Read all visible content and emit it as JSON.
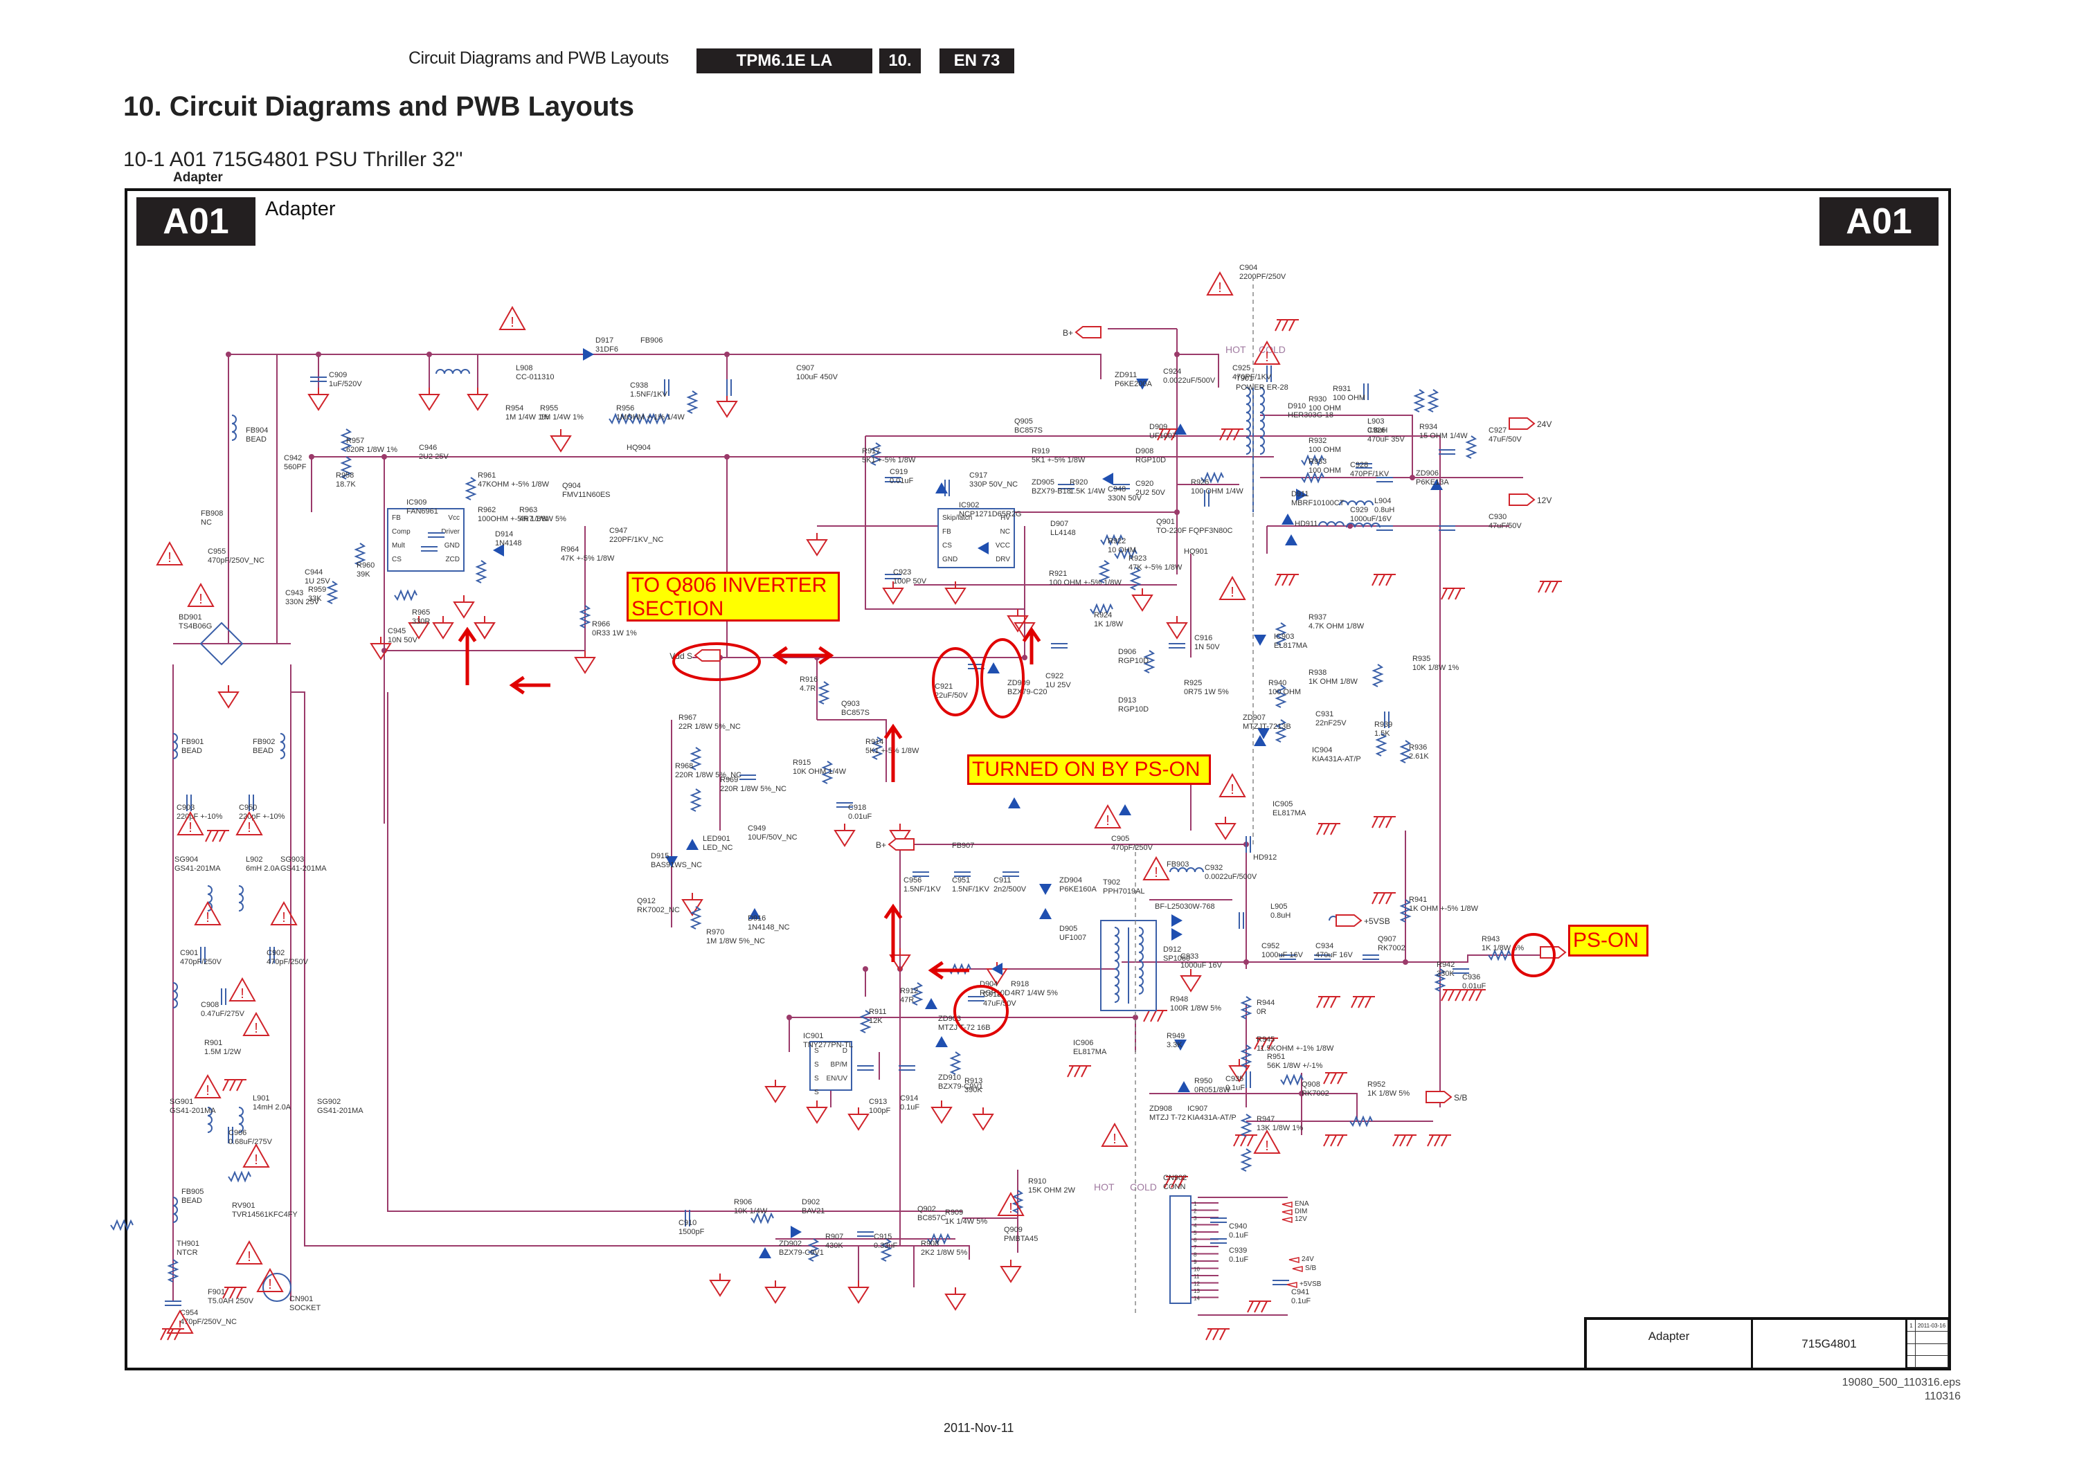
{
  "header": {
    "section_text": "Circuit Diagrams and PWB Layouts",
    "model": "TPM6.1E LA",
    "chapter": "10.",
    "page": "EN 73"
  },
  "page_title": "10. Circuit Diagrams and PWB Layouts",
  "subtitle": "10-1 A01 715G4801 PSU Thriller 32\"",
  "subtitle_small": "Adapter",
  "diagram": {
    "tag_left": "A01",
    "tag_right": "A01",
    "tag_label": "Adapter",
    "zone_hot": "HOT",
    "zone_cold": "COLD",
    "callouts": {
      "inverter": [
        "TO Q806 INVERTER",
        "SECTION"
      ],
      "turned_on": "TURNED ON BY PS-ON",
      "ps_on": "PS-ON"
    },
    "colors": {
      "wire": "#9b3a6a",
      "component": "#3a5fa8",
      "diode_fill": "#1f4fb0",
      "ground": "#d0232a",
      "annotation": "#e00000",
      "callout_bg": "#ffff00"
    },
    "ports": {
      "p24v": "24V",
      "p12v": "12V",
      "p5vsb": "+5VSB",
      "psb": "S/B",
      "psb2": "S/B",
      "vdds": "Vdd S",
      "bplus1": "B+",
      "bplus2": "B+"
    },
    "components": [
      {
        "id": "c904",
        "ref": "C904",
        "value": "2200PF/250V"
      },
      {
        "id": "zd911",
        "ref": "ZD911",
        "value": "P6KE200A"
      },
      {
        "id": "c924",
        "ref": "C924",
        "value": "0.0022uF/500V"
      },
      {
        "id": "t901",
        "ref": "T901",
        "value": "POWER ER-28"
      },
      {
        "id": "c925",
        "ref": "C925",
        "value": "470PF/1KV"
      },
      {
        "id": "r930",
        "ref": "R930",
        "value": "100 OHM"
      },
      {
        "id": "r931",
        "ref": "R931",
        "value": "100 OHM"
      },
      {
        "id": "d910",
        "ref": "D910",
        "value": "HER303G-18"
      },
      {
        "id": "l903",
        "ref": "L903",
        "value": "0.8uH"
      },
      {
        "id": "c926",
        "ref": "C926",
        "value": "470uF 35V"
      },
      {
        "id": "r934",
        "ref": "R934",
        "value": "15 OHM 1/4W"
      },
      {
        "id": "c927",
        "ref": "C927",
        "value": "47uF/50V"
      },
      {
        "id": "zd906",
        "ref": "ZD906",
        "value": "P6KE13A"
      },
      {
        "id": "r932",
        "ref": "R932",
        "value": "100 OHM"
      },
      {
        "id": "r933",
        "ref": "R933",
        "value": "100 OHM"
      },
      {
        "id": "c928",
        "ref": "C928",
        "value": "470PF/1KV"
      },
      {
        "id": "d911",
        "ref": "D911",
        "value": "MBRF10100CT"
      },
      {
        "id": "l904",
        "ref": "L904",
        "value": "0.8uH"
      },
      {
        "id": "c929",
        "ref": "C929",
        "value": "1000uF/16V"
      },
      {
        "id": "c930",
        "ref": "C930",
        "value": "47uF/50V"
      },
      {
        "id": "hd911",
        "ref": "HD911",
        "value": ""
      },
      {
        "id": "d909",
        "ref": "D909",
        "value": "UF1007"
      },
      {
        "id": "d908",
        "ref": "D908",
        "value": "RGP10D"
      },
      {
        "id": "r926",
        "ref": "R926",
        "value": "100 OHM 1/4W"
      },
      {
        "id": "c920",
        "ref": "C920",
        "value": "2U2 50V"
      },
      {
        "id": "c948",
        "ref": "C948",
        "value": "330N 50V"
      },
      {
        "id": "q901",
        "ref": "Q901",
        "value": "TO-220F FQPF3N80C"
      },
      {
        "id": "hq901",
        "ref": "HQ901",
        "value": ""
      },
      {
        "id": "q905",
        "ref": "Q905",
        "value": "BC857S"
      },
      {
        "id": "r919",
        "ref": "R919",
        "value": "5K1 +-5% 1/8W"
      },
      {
        "id": "zd905",
        "ref": "ZD905",
        "value": "BZX79-B18"
      },
      {
        "id": "c917",
        "ref": "C917",
        "value": "330P 50V_NC"
      },
      {
        "id": "r920",
        "ref": "R920",
        "value": "1.5K 1/4W"
      },
      {
        "id": "r917",
        "ref": "R917",
        "value": "5K1 +-5% 1/8W"
      },
      {
        "id": "c919",
        "ref": "C919",
        "value": "0.01uF"
      },
      {
        "id": "ic902",
        "ref": "IC902",
        "value": "NCP1271D65R2G"
      },
      {
        "id": "c923",
        "ref": "C923",
        "value": "100P 50V"
      },
      {
        "id": "d907",
        "ref": "D907",
        "value": "LL4148"
      },
      {
        "id": "r922",
        "ref": "R922",
        "value": "10 OHM"
      },
      {
        "id": "r923",
        "ref": "R923",
        "value": "47K +-5% 1/8W"
      },
      {
        "id": "r921",
        "ref": "R921",
        "value": "100 OHM +-5% 1/8W"
      },
      {
        "id": "r924",
        "ref": "R924",
        "value": "1K 1/8W"
      },
      {
        "id": "d917",
        "ref": "D917",
        "value": "31DF6"
      },
      {
        "id": "fb906",
        "ref": "FB906",
        "value": ""
      },
      {
        "id": "c938",
        "ref": "C938",
        "value": "1.5NF/1KV"
      },
      {
        "id": "c907",
        "ref": "C907",
        "value": "100uF 450V"
      },
      {
        "id": "l908",
        "ref": "L908",
        "value": "CC-011310"
      },
      {
        "id": "c909",
        "ref": "C909",
        "value": "1uF/520V"
      },
      {
        "id": "fb904",
        "ref": "FB904",
        "value": "BEAD"
      },
      {
        "id": "r954",
        "ref": "R954",
        "value": "1M 1/4W 1%"
      },
      {
        "id": "r955",
        "ref": "R955",
        "value": "1M 1/4W 1%"
      },
      {
        "id": "r956",
        "ref": "R956",
        "value": "1MOHM +-1% 1/4W"
      },
      {
        "id": "hq904",
        "ref": "HQ904",
        "value": ""
      },
      {
        "id": "c942",
        "ref": "C942",
        "value": "560PF"
      },
      {
        "id": "r957",
        "ref": "R957",
        "value": "620R 1/8W 1%"
      },
      {
        "id": "r958",
        "ref": "R958",
        "value": "18.7K"
      },
      {
        "id": "c946",
        "ref": "C946",
        "value": "2U2 25V"
      },
      {
        "id": "r961",
        "ref": "R961",
        "value": "47KOHM +-5% 1/8W"
      },
      {
        "id": "q904",
        "ref": "Q904",
        "value": "FMV11N60ES"
      },
      {
        "id": "ic909",
        "ref": "IC909",
        "value": "FAN6961"
      },
      {
        "id": "r962",
        "ref": "R962",
        "value": "100OHM +-5% 1/8W"
      },
      {
        "id": "r963",
        "ref": "R963",
        "value": "4R7 1/8W 5%"
      },
      {
        "id": "d914",
        "ref": "D914",
        "value": "1N4148"
      },
      {
        "id": "r964",
        "ref": "R964",
        "value": "47K +-5% 1/8W"
      },
      {
        "id": "c947",
        "ref": "C947",
        "value": "220PF/1KV_NC"
      },
      {
        "id": "fb908",
        "ref": "FB908",
        "value": "NC"
      },
      {
        "id": "c955",
        "ref": "C955",
        "value": "470pF/250V_NC"
      },
      {
        "id": "c943",
        "ref": "C943",
        "value": "330N 25V"
      },
      {
        "id": "c944",
        "ref": "C944",
        "value": "1U 25V"
      },
      {
        "id": "r959",
        "ref": "R959",
        "value": "33K"
      },
      {
        "id": "r960",
        "ref": "R960",
        "value": "39K"
      },
      {
        "id": "r965",
        "ref": "R965",
        "value": "330R"
      },
      {
        "id": "c945",
        "ref": "C945",
        "value": "10N 50V"
      },
      {
        "id": "r966",
        "ref": "R966",
        "value": "0R33 1W 1%"
      },
      {
        "id": "bd901",
        "ref": "BD901",
        "value": "TS4B06G"
      },
      {
        "id": "c921",
        "ref": "C921",
        "value": "22uF/50V"
      },
      {
        "id": "zd909",
        "ref": "ZD909",
        "value": "BZX79-C20"
      },
      {
        "id": "c922",
        "ref": "C922",
        "value": "1U 25V"
      },
      {
        "id": "r916",
        "ref": "R916",
        "value": "4.7R"
      },
      {
        "id": "q903",
        "ref": "Q903",
        "value": "BC857S"
      },
      {
        "id": "r914",
        "ref": "R914",
        "value": "5K1 +-5% 1/8W"
      },
      {
        "id": "r915",
        "ref": "R915",
        "value": "10K OHM 1/4W"
      },
      {
        "id": "c918",
        "ref": "C918",
        "value": "0.01uF"
      },
      {
        "id": "r967",
        "ref": "R967",
        "value": "22R 1/8W 5%_NC"
      },
      {
        "id": "r968",
        "ref": "R968",
        "value": "220R 1/8W 5%_NC"
      },
      {
        "id": "r969",
        "ref": "R969",
        "value": "220R 1/8W 5%_NC"
      },
      {
        "id": "d915",
        "ref": "D915",
        "value": "BAS91WS_NC"
      },
      {
        "id": "led901",
        "ref": "LED901",
        "value": "LED_NC"
      },
      {
        "id": "c949",
        "ref": "C949",
        "value": "10UF/50V_NC"
      },
      {
        "id": "q912",
        "ref": "Q912",
        "value": "RK7002_NC"
      },
      {
        "id": "r970",
        "ref": "R970",
        "value": "1M 1/8W 5%_NC"
      },
      {
        "id": "d916",
        "ref": "D916",
        "value": "1N4148_NC"
      },
      {
        "id": "r937",
        "ref": "R937",
        "value": "4.7K OHM 1/8W"
      },
      {
        "id": "ic903",
        "ref": "IC903",
        "value": "EL817MA"
      },
      {
        "id": "r938",
        "ref": "R938",
        "value": "1K OHM 1/8W"
      },
      {
        "id": "r940",
        "ref": "R940",
        "value": "100 OHM"
      },
      {
        "id": "r935",
        "ref": "R935",
        "value": "10K 1/8W 1%"
      },
      {
        "id": "c931",
        "ref": "C931",
        "value": "22nF25V"
      },
      {
        "id": "r939",
        "ref": "R939",
        "value": "1.5K"
      },
      {
        "id": "zd907",
        "ref": "ZD907",
        "value": "MTZJT-7213B"
      },
      {
        "id": "ic904",
        "ref": "IC904",
        "value": "KIA431A-AT/P"
      },
      {
        "id": "r936",
        "ref": "R936",
        "value": "2.61K"
      },
      {
        "id": "c916",
        "ref": "C916",
        "value": "1N 50V"
      },
      {
        "id": "r925",
        "ref": "R925",
        "value": "0R75 1W 5%"
      },
      {
        "id": "d906",
        "ref": "D906",
        "value": "RGP10D"
      },
      {
        "id": "d913",
        "ref": "D913",
        "value": "RGP10D"
      },
      {
        "id": "ic905",
        "ref": "IC905",
        "value": "EL817MA"
      },
      {
        "id": "c905",
        "ref": "C905",
        "value": "470pF/250V"
      },
      {
        "id": "fb907",
        "ref": "FB907",
        "value": ""
      },
      {
        "id": "c956",
        "ref": "C956",
        "value": "1.5NF/1KV"
      },
      {
        "id": "c951",
        "ref": "C951",
        "value": "1.5NF/1KV"
      },
      {
        "id": "c911",
        "ref": "C911",
        "value": "2n2/500V"
      },
      {
        "id": "zd904",
        "ref": "ZD904",
        "value": "P6KE160A"
      },
      {
        "id": "d905",
        "ref": "D905",
        "value": "UF1007"
      },
      {
        "id": "t902",
        "ref": "T902",
        "value": "PPH7019AL"
      },
      {
        "id": "fb903",
        "ref": "FB903",
        "value": ""
      },
      {
        "id": "c932",
        "ref": "C932",
        "value": "0.0022uF/500V"
      },
      {
        "id": "bf",
        "ref": "",
        "value": "BF-L25030W-768"
      },
      {
        "id": "hd912",
        "ref": "HD912",
        "value": ""
      },
      {
        "id": "d912",
        "ref": "D912",
        "value": "SP1060"
      },
      {
        "id": "l905",
        "ref": "L905",
        "value": "0.8uH"
      },
      {
        "id": "c933",
        "ref": "C933",
        "value": "1000uF 16V"
      },
      {
        "id": "c952",
        "ref": "C952",
        "value": "1000uF 16V"
      },
      {
        "id": "c934",
        "ref": "C934",
        "value": "470uF 16V"
      },
      {
        "id": "r941",
        "ref": "R941",
        "value": "1K OHM +-5% 1/8W"
      },
      {
        "id": "q907",
        "ref": "Q907",
        "value": "RK7002"
      },
      {
        "id": "r943",
        "ref": "R943",
        "value": "1K 1/8W 5%"
      },
      {
        "id": "r942",
        "ref": "R942",
        "value": "330K"
      },
      {
        "id": "c936",
        "ref": "C936",
        "value": "0.01uF"
      },
      {
        "id": "d904",
        "ref": "D904",
        "value": "RGP10D"
      },
      {
        "id": "r918",
        "ref": "R918",
        "value": "4R7 1/4W 5%"
      },
      {
        "id": "c912",
        "ref": "C912",
        "value": "47uF/50V"
      },
      {
        "id": "r912",
        "ref": "R912",
        "value": "47R"
      },
      {
        "id": "r911",
        "ref": "R911",
        "value": "12K"
      },
      {
        "id": "zd903",
        "ref": "ZD903",
        "value": "MTZJ T-72 16B"
      },
      {
        "id": "ic901",
        "ref": "IC901",
        "value": "TNY277PN-TL"
      },
      {
        "id": "c913",
        "ref": "C913",
        "value": "100pF"
      },
      {
        "id": "c914",
        "ref": "C914",
        "value": "0.1uF"
      },
      {
        "id": "zd910",
        "ref": "ZD910",
        "value": "BZX79-C9V1"
      },
      {
        "id": "r913",
        "ref": "R913",
        "value": "390K"
      },
      {
        "id": "ic906",
        "ref": "IC906",
        "value": "EL817MA"
      },
      {
        "id": "r948",
        "ref": "R948",
        "value": "100R 1/8W 5%"
      },
      {
        "id": "r949",
        "ref": "R949",
        "value": "3.3K"
      },
      {
        "id": "r950",
        "ref": "R950",
        "value": "0R051/8W"
      },
      {
        "id": "c935",
        "ref": "C935",
        "value": "0.1uF"
      },
      {
        "id": "zd908",
        "ref": "ZD908",
        "value": "MTZJ T-72"
      },
      {
        "id": "ic907",
        "ref": "IC907",
        "value": "KIA431A-AT/P"
      },
      {
        "id": "r944",
        "ref": "R944",
        "value": "0R"
      },
      {
        "id": "r945",
        "ref": "R945",
        "value": "11.5KOHM +-1% 1/8W"
      },
      {
        "id": "r951",
        "ref": "R951",
        "value": "56K 1/8W +/-1%"
      },
      {
        "id": "q908",
        "ref": "Q908",
        "value": "RK7002"
      },
      {
        "id": "r952",
        "ref": "R952",
        "value": "1K 1/8W 5%"
      },
      {
        "id": "r947",
        "ref": "R947",
        "value": "13K 1/8W 1%"
      },
      {
        "id": "cn902",
        "ref": "CN902",
        "value": "CONN"
      },
      {
        "id": "c940",
        "ref": "C940",
        "value": "0.1uF"
      },
      {
        "id": "c939",
        "ref": "C939",
        "value": "0.1uF"
      },
      {
        "id": "c941",
        "ref": "C941",
        "value": "0.1uF"
      },
      {
        "id": "fb901",
        "ref": "FB901",
        "value": "BEAD"
      },
      {
        "id": "fb902",
        "ref": "FB902",
        "value": "BEAD"
      },
      {
        "id": "c903",
        "ref": "C903",
        "value": "220pF +-10%"
      },
      {
        "id": "c950",
        "ref": "C950",
        "value": "220pF +-10%"
      },
      {
        "id": "sg904",
        "ref": "SG904",
        "value": "GS41-201MA"
      },
      {
        "id": "sg903",
        "ref": "SG903",
        "value": "GS41-201MA"
      },
      {
        "id": "l902",
        "ref": "L902",
        "value": "6mH 2.0A"
      },
      {
        "id": "c901",
        "ref": "C901",
        "value": "470pF/250V"
      },
      {
        "id": "c902",
        "ref": "C902",
        "value": "470pF/250V"
      },
      {
        "id": "c908",
        "ref": "C908",
        "value": "0.47uF/275V"
      },
      {
        "id": "r901",
        "ref": "R901",
        "value": "1.5M 1/2W"
      },
      {
        "id": "sg901",
        "ref": "SG901",
        "value": "GS41-201MA"
      },
      {
        "id": "sg902",
        "ref": "SG902",
        "value": "GS41-201MA"
      },
      {
        "id": "l901",
        "ref": "L901",
        "value": "14mH 2.0A"
      },
      {
        "id": "c906",
        "ref": "C906",
        "value": "0.68uF/275V"
      },
      {
        "id": "fb905",
        "ref": "FB905",
        "value": "BEAD"
      },
      {
        "id": "rv901",
        "ref": "RV901",
        "value": "TVR14561KFC4FY"
      },
      {
        "id": "th901",
        "ref": "TH901",
        "value": "NTCR"
      },
      {
        "id": "f901",
        "ref": "F901",
        "value": "T5.0AH 250V"
      },
      {
        "id": "cn901",
        "ref": "CN901",
        "value": "SOCKET"
      },
      {
        "id": "c954",
        "ref": "C954",
        "value": "470pF/250V_NC"
      },
      {
        "id": "c910",
        "ref": "C910",
        "value": "1500pF"
      },
      {
        "id": "r906",
        "ref": "R906",
        "value": "10K 1/4W"
      },
      {
        "id": "zd902",
        "ref": "ZD902",
        "value": "BZX79-C9V1"
      },
      {
        "id": "d902",
        "ref": "D902",
        "value": "BAV21"
      },
      {
        "id": "r907",
        "ref": "R907",
        "value": "430K"
      },
      {
        "id": "c915",
        "ref": "C915",
        "value": "0.33uF"
      },
      {
        "id": "q902",
        "ref": "Q902",
        "value": "BC857C"
      },
      {
        "id": "r908",
        "ref": "R908",
        "value": "2K2 1/8W 5%"
      },
      {
        "id": "r909",
        "ref": "R909",
        "value": "1K 1/4W 5%"
      },
      {
        "id": "q909",
        "ref": "Q909",
        "value": "PMBTA45"
      },
      {
        "id": "r910",
        "ref": "R910",
        "value": "15K OHM 2W"
      }
    ],
    "connector_cn902": {
      "pins": [
        "1",
        "2",
        "3",
        "4",
        "5",
        "6",
        "7",
        "8",
        "9",
        "10",
        "11",
        "12",
        "13",
        "14"
      ],
      "signals": [
        "ENA",
        "DIM",
        "12V",
        "24V",
        "S/B",
        "+5VSB"
      ]
    }
  },
  "title_block": {
    "name": "Adapter",
    "part": "715G4801",
    "rev": "1",
    "rev_date": "2011-03-16"
  },
  "file_ref": {
    "file": "19080_500_110316.eps",
    "code": "110316"
  },
  "footer_date": "2011-Nov-11"
}
